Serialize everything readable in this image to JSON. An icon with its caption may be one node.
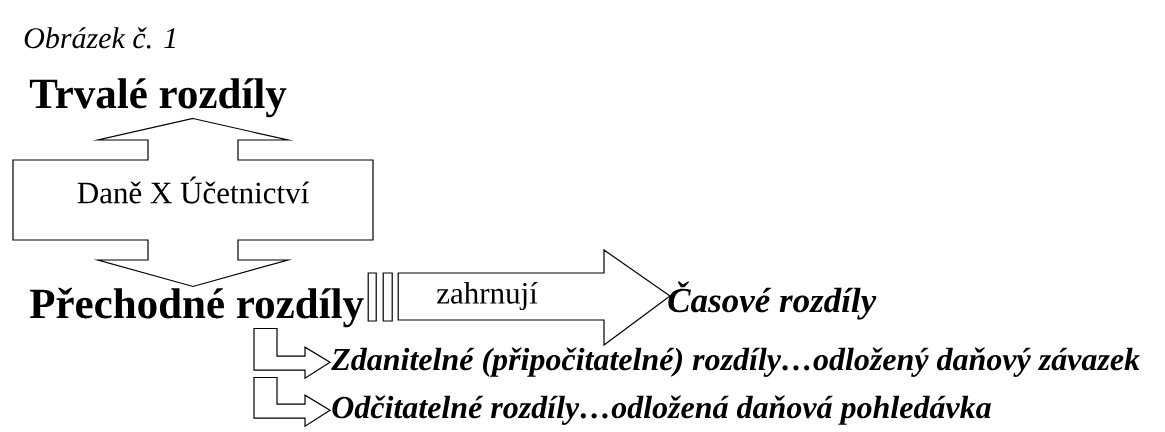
{
  "diagram": {
    "caption": "Obrázek č. 1",
    "nodes": [
      {
        "text": [
          "Trvalé rozdíly"
        ]
      },
      {
        "text": [
          "Přechodné rozdíly"
        ]
      },
      {
        "text": [
          "Časové rozdíly"
        ]
      },
      {
        "text": [
          "Zdanitelné (připočitatelné) rozdíly…odložený daňový závazek"
        ]
      },
      {
        "text": [
          "Odčitatelné rozdíly…odložená daňová pohledávka"
        ]
      }
    ],
    "edges": [
      {
        "from": 0,
        "to": 1,
        "arrow": "both",
        "label": "Daně X Účetnictví"
      },
      {
        "from": 1,
        "to": 2,
        "arrow": "to",
        "label": "zahrnují"
      },
      {
        "from": 1,
        "to": 3,
        "arrow": "to"
      },
      {
        "from": 1,
        "to": 4,
        "arrow": "to"
      }
    ]
  }
}
